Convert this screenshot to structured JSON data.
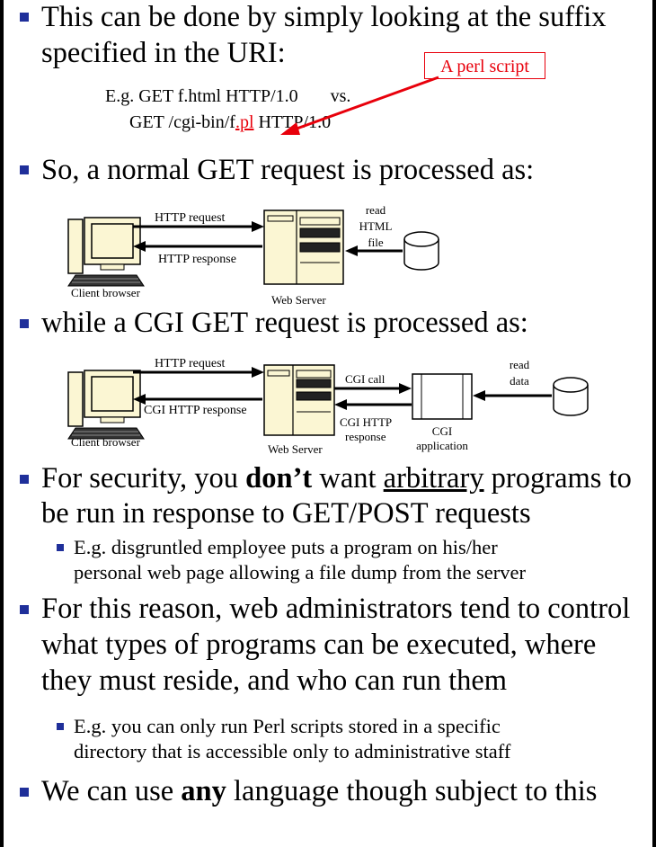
{
  "bullets": {
    "b1": {
      "line1": "This can be done by simply looking at the suffix",
      "line2": "specified in the URI:"
    },
    "example": {
      "line1_pre": "E.g.  GET f.html HTTP/1.0",
      "vs": "vs.",
      "line2_pre": "GET /cgi-bin/f",
      "line2_ext": ".pl",
      "line2_post": " HTTP/1.0"
    },
    "callout": "A perl script",
    "b2": "So, a normal GET request is processed as:",
    "b3": "while a CGI GET request is processed as:",
    "b4": {
      "line1_a": "For security, you ",
      "line1_b": "don’t",
      "line1_c": " want ",
      "line1_d": "arbitrary",
      "line1_e": " programs to",
      "line2": "be run in response to GET/POST requests"
    },
    "b4_sub": {
      "line1": "E.g. disgruntled employee puts a program on his/her",
      "line2": "personal web page allowing a file dump from the server"
    },
    "b5": {
      "line1": "For this reason, web administrators tend to control",
      "line2": "what types of programs can be executed, where",
      "line3": "they must reside, and who can run them"
    },
    "b5_sub": {
      "line1": "E.g. you can only run Perl scripts stored in a specific",
      "line2": "directory that is accessible only to administrative staff"
    },
    "b6": {
      "a": "We can use ",
      "b": "any",
      "c": " language though subject to this"
    }
  },
  "diagram1": {
    "http_request": "HTTP request",
    "http_response": "HTTP response",
    "client_browser": "Client browser",
    "web_server": "Web Server",
    "read": "read",
    "html": "HTML",
    "file": "file"
  },
  "diagram2": {
    "http_request": "HTTP request",
    "cgi_http_response": "CGI HTTP response",
    "client_browser": "Client browser",
    "web_server": "Web Server",
    "cgi_call": "CGI call",
    "cgi_http": "CGI HTTP",
    "response": "response",
    "cgi": "CGI",
    "application": "application",
    "read": "read",
    "data": "data"
  },
  "colors": {
    "bullet": "#1f2f9a",
    "accent_red": "#e8000b",
    "machine_fill": "#fbf6d3"
  }
}
